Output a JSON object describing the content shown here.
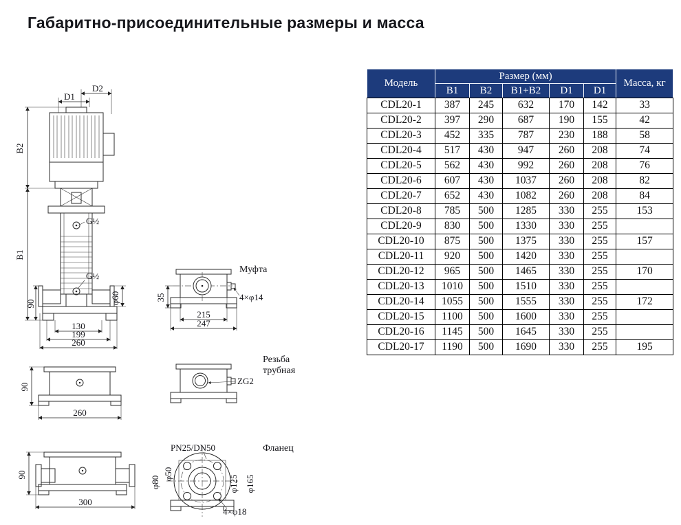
{
  "page": {
    "title": "Габаритно-присоединительные размеры и масса"
  },
  "colors": {
    "header_bg": "#1d3b7c",
    "header_text": "#ffffff",
    "line": "#2b2b2b"
  },
  "table": {
    "header": {
      "model": "Модель",
      "size_group": "Размер (мм)",
      "size_cols": [
        "B1",
        "B2",
        "B1+B2",
        "D1",
        "D1"
      ],
      "mass": "Масса, кг"
    },
    "rows": [
      [
        "CDL20-1",
        "387",
        "245",
        "632",
        "170",
        "142",
        "33"
      ],
      [
        "CDL20-2",
        "397",
        "290",
        "687",
        "190",
        "155",
        "42"
      ],
      [
        "CDL20-3",
        "452",
        "335",
        "787",
        "230",
        "188",
        "58"
      ],
      [
        "CDL20-4",
        "517",
        "430",
        "947",
        "260",
        "208",
        "74"
      ],
      [
        "CDL20-5",
        "562",
        "430",
        "992",
        "260",
        "208",
        "76"
      ],
      [
        "CDL20-6",
        "607",
        "430",
        "1037",
        "260",
        "208",
        "82"
      ],
      [
        "CDL20-7",
        "652",
        "430",
        "1082",
        "260",
        "208",
        "84"
      ],
      [
        "CDL20-8",
        "785",
        "500",
        "1285",
        "330",
        "255",
        "153"
      ],
      [
        "CDL20-9",
        "830",
        "500",
        "1330",
        "330",
        "255",
        ""
      ],
      [
        "CDL20-10",
        "875",
        "500",
        "1375",
        "330",
        "255",
        "157"
      ],
      [
        "CDL20-11",
        "920",
        "500",
        "1420",
        "330",
        "255",
        ""
      ],
      [
        "CDL20-12",
        "965",
        "500",
        "1465",
        "330",
        "255",
        "170"
      ],
      [
        "CDL20-13",
        "1010",
        "500",
        "1510",
        "330",
        "255",
        ""
      ],
      [
        "CDL20-14",
        "1055",
        "500",
        "1555",
        "330",
        "255",
        "172"
      ],
      [
        "CDL20-15",
        "1100",
        "500",
        "1600",
        "330",
        "255",
        ""
      ],
      [
        "CDL20-16",
        "1145",
        "500",
        "1645",
        "330",
        "255",
        ""
      ],
      [
        "CDL20-17",
        "1190",
        "500",
        "1690",
        "330",
        "255",
        "195"
      ]
    ]
  },
  "drawings": {
    "main": {
      "d1": "D1",
      "d2": "D2",
      "b1": "B1",
      "b2": "B2",
      "g_top": "G½",
      "g_bottom": "G½",
      "dim_90": "90",
      "dim_130": "130",
      "dim_199": "199",
      "dim_260": "260",
      "phi_60": "φ60"
    },
    "coupling": {
      "caption": "Муфта",
      "dim_35": "35",
      "dim_215": "215",
      "dim_247": "247",
      "holes": "4×φ14"
    },
    "base_260": {
      "dim_90": "90",
      "dim_260": "260"
    },
    "thread": {
      "caption_line1": "Резьба",
      "caption_line2": "трубная",
      "label": "ZG2"
    },
    "base_300": {
      "dim_90": "90",
      "dim_300": "300"
    },
    "flange": {
      "caption": "Фланец",
      "rating": "PN25/DN50",
      "phi_50": "φ50",
      "phi_80": "φ80",
      "phi_125": "φ125",
      "phi_165": "φ165",
      "holes": "4×φ18"
    }
  }
}
